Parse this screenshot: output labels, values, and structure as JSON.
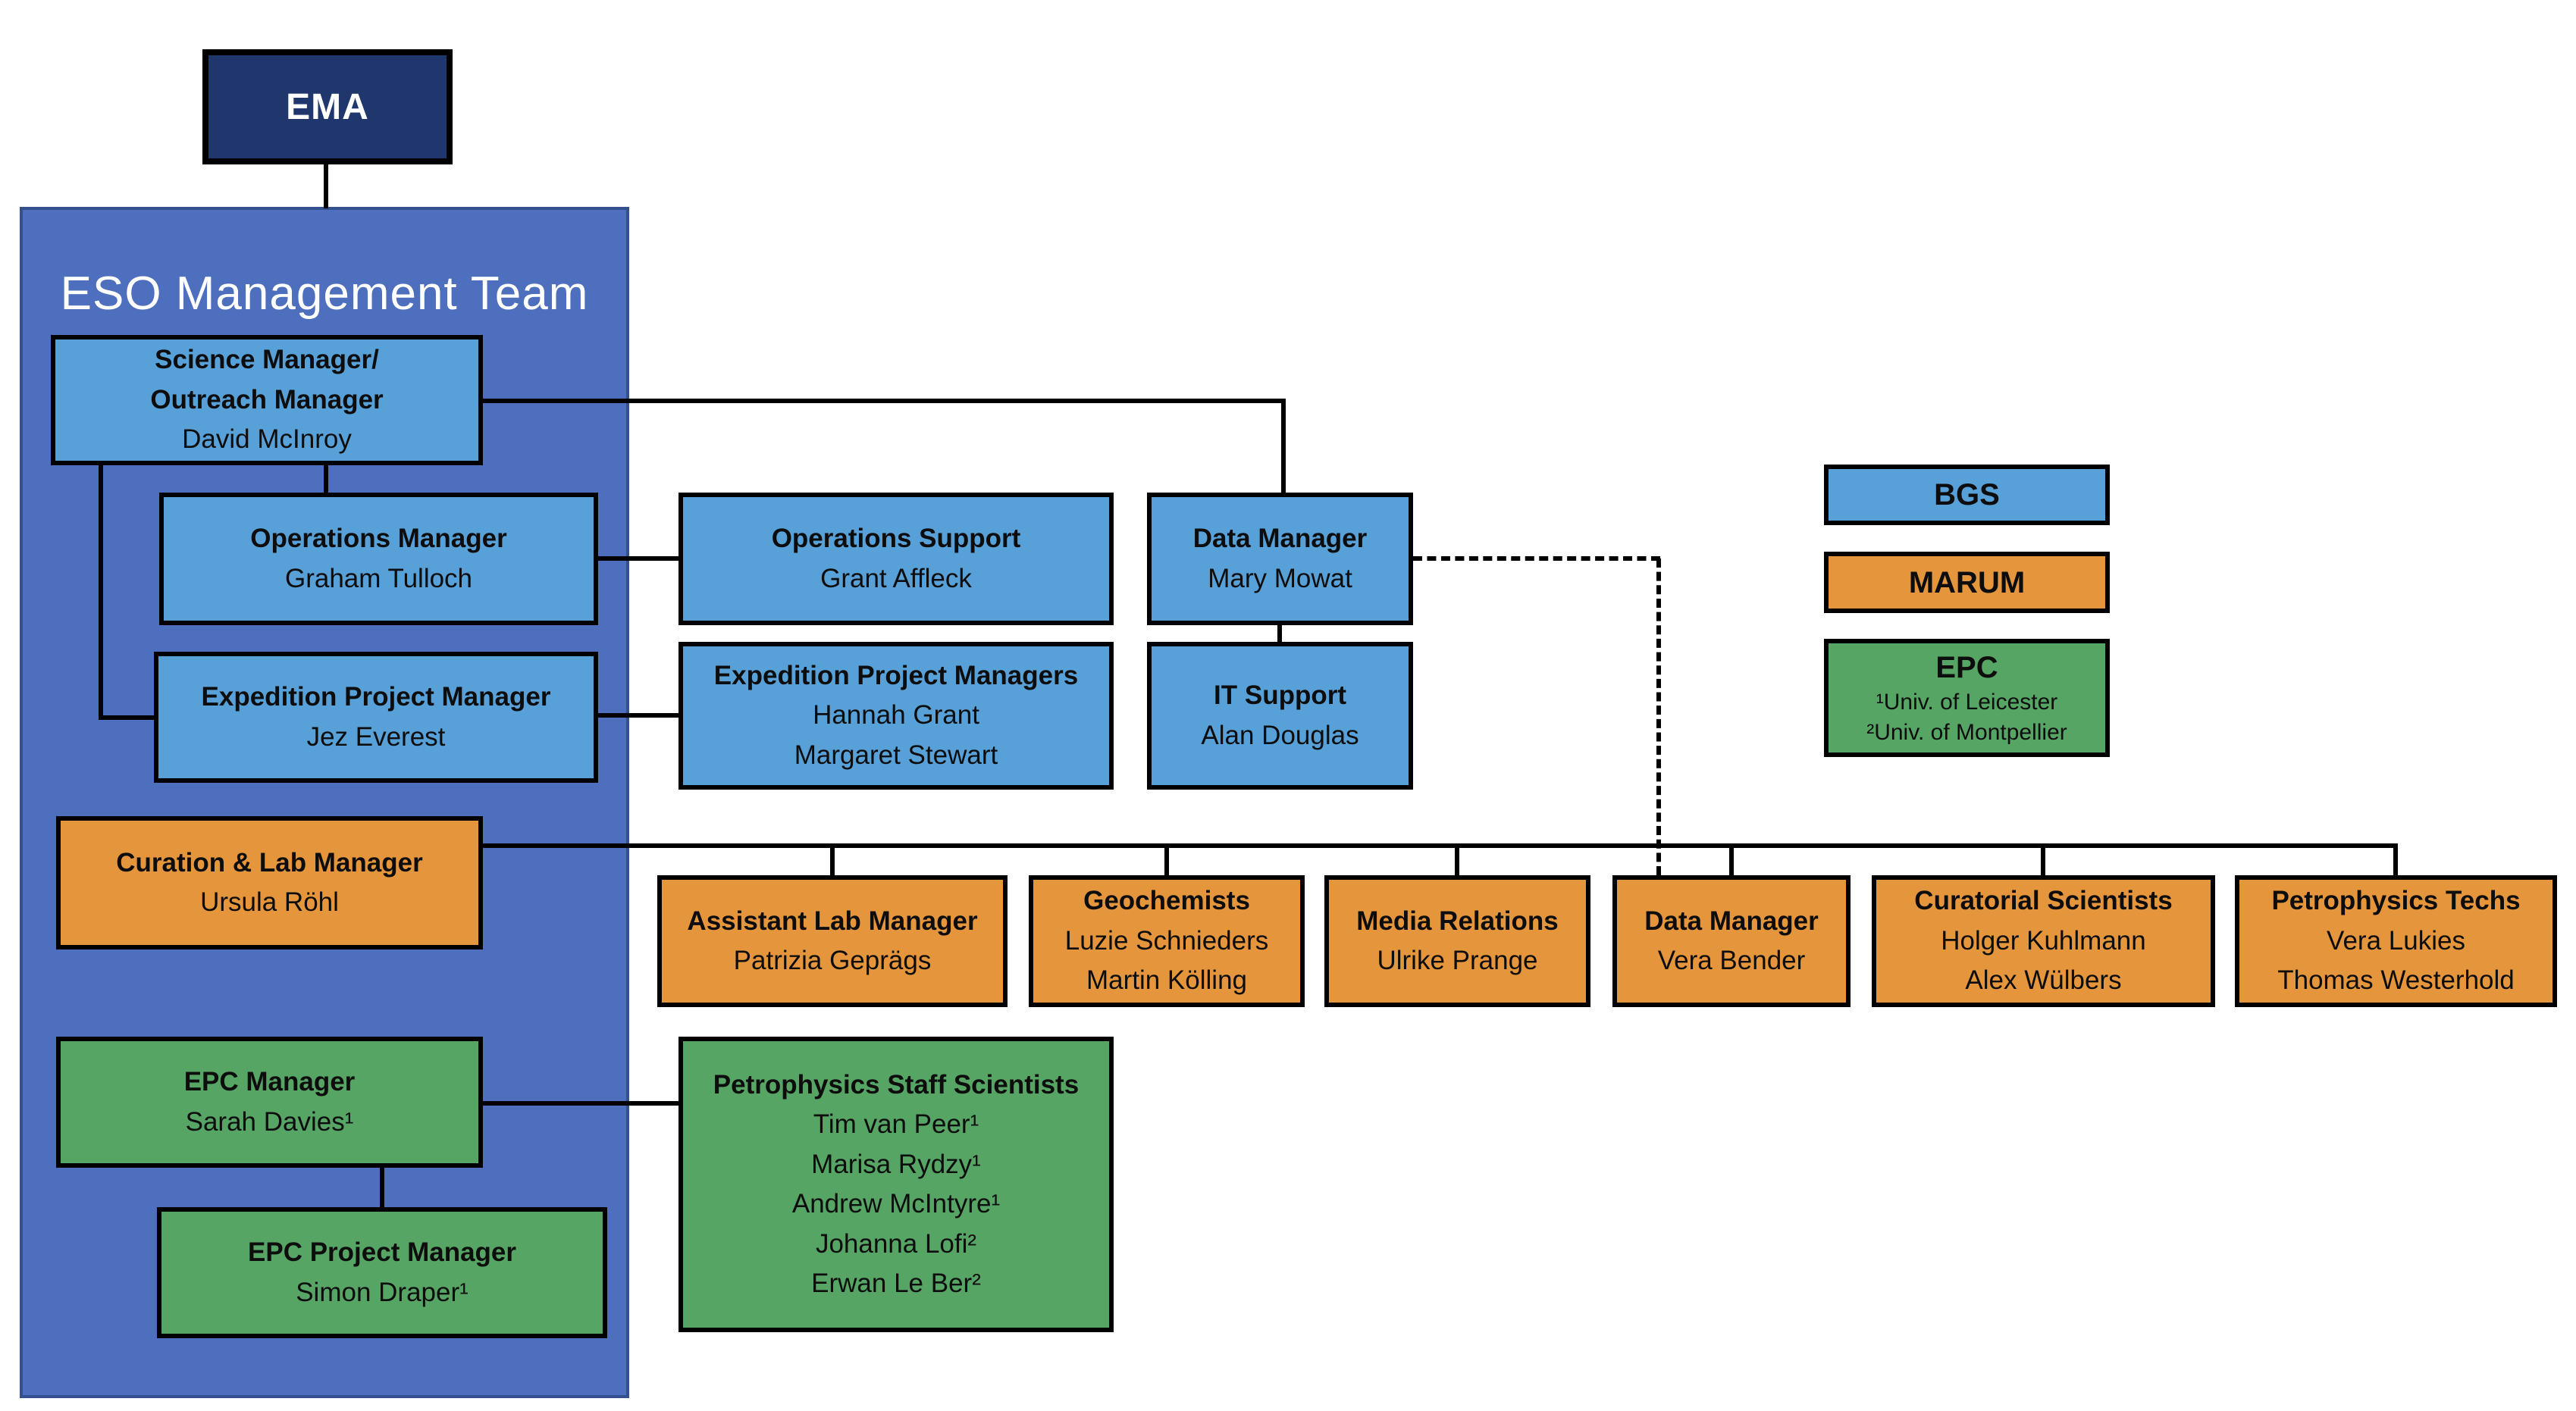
{
  "org": {
    "ema": {
      "label": "EMA"
    },
    "container": {
      "title": "ESO Management Team"
    },
    "science_outreach_manager": {
      "title": [
        "Science Manager/",
        "Outreach Manager"
      ],
      "members": [
        "David McInroy"
      ]
    },
    "operations_manager": {
      "title": [
        "Operations Manager"
      ],
      "members": [
        "Graham Tulloch"
      ]
    },
    "expedition_project_manager": {
      "title": [
        "Expedition Project Manager"
      ],
      "members": [
        "Jez Everest"
      ]
    },
    "operations_support": {
      "title": [
        "Operations Support"
      ],
      "members": [
        "Grant Affleck"
      ]
    },
    "expedition_project_managers": {
      "title": [
        "Expedition Project Managers"
      ],
      "members": [
        "Hannah Grant",
        "Margaret Stewart"
      ]
    },
    "data_manager_bgs": {
      "title": [
        "Data Manager"
      ],
      "members": [
        "Mary Mowat"
      ]
    },
    "it_support": {
      "title": [
        "IT Support"
      ],
      "members": [
        "Alan Douglas"
      ]
    },
    "curation_lab_manager": {
      "title": [
        "Curation & Lab Manager"
      ],
      "members": [
        "Ursula Röhl"
      ]
    },
    "assistant_lab_manager": {
      "title": [
        "Assistant Lab Manager"
      ],
      "members": [
        "Patrizia Geprägs"
      ]
    },
    "geochemists": {
      "title": [
        "Geochemists"
      ],
      "members": [
        "Luzie Schnieders",
        "Martin Kölling"
      ]
    },
    "media_relations": {
      "title": [
        "Media Relations"
      ],
      "members": [
        "Ulrike Prange"
      ]
    },
    "data_manager_marum": {
      "title": [
        "Data Manager"
      ],
      "members": [
        "Vera Bender"
      ]
    },
    "curatorial_scientists": {
      "title": [
        "Curatorial Scientists"
      ],
      "members": [
        "Holger Kuhlmann",
        "Alex Wülbers"
      ]
    },
    "petrophysics_techs": {
      "title": [
        "Petrophysics Techs"
      ],
      "members": [
        "Vera Lukies",
        "Thomas Westerhold"
      ]
    },
    "epc_manager": {
      "title": [
        "EPC Manager"
      ],
      "members": [
        "Sarah Davies¹"
      ]
    },
    "epc_project_manager": {
      "title": [
        "EPC Project Manager"
      ],
      "members": [
        "Simon Draper¹"
      ]
    },
    "petrophysics_staff_scientists": {
      "title": [
        "Petrophysics Staff Scientists"
      ],
      "members": [
        "Tim van Peer¹",
        "Marisa Rydzy¹",
        "Andrew McIntyre¹",
        "Johanna Lofi²",
        "Erwan Le Ber²"
      ]
    }
  },
  "legend": {
    "bgs": {
      "label": "BGS"
    },
    "marum": {
      "label": "MARUM"
    },
    "epc": {
      "label": "EPC",
      "notes": [
        "¹Univ. of Leicester",
        "²Univ. of Montpellier"
      ]
    }
  },
  "colors": {
    "ema_navy": "#20376e",
    "eso_container_blue": "#4d6fbd",
    "bgs_blue": "#58a0d8",
    "marum_orange": "#e5963c",
    "epc_green": "#56a565",
    "connector_line": "#000000",
    "text": "#0d0d0d",
    "container_title_text": "#ffffff"
  }
}
